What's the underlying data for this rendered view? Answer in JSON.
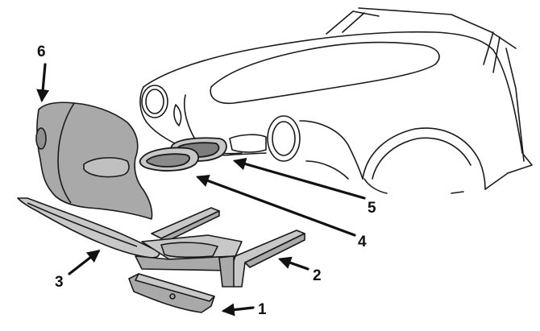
{
  "callouts": [
    {
      "id": "1",
      "text": "1"
    },
    {
      "id": "2",
      "text": "2"
    },
    {
      "id": "3",
      "text": "3"
    },
    {
      "id": "4",
      "text": "4"
    },
    {
      "id": "5",
      "text": "5"
    },
    {
      "id": "6",
      "text": "6"
    }
  ],
  "colors": {
    "outline": "#1a1a1a",
    "panel_fill": "#a9a9a9",
    "light_panel_fill": "#c8c8c8",
    "body_fill": "#ffffff"
  }
}
